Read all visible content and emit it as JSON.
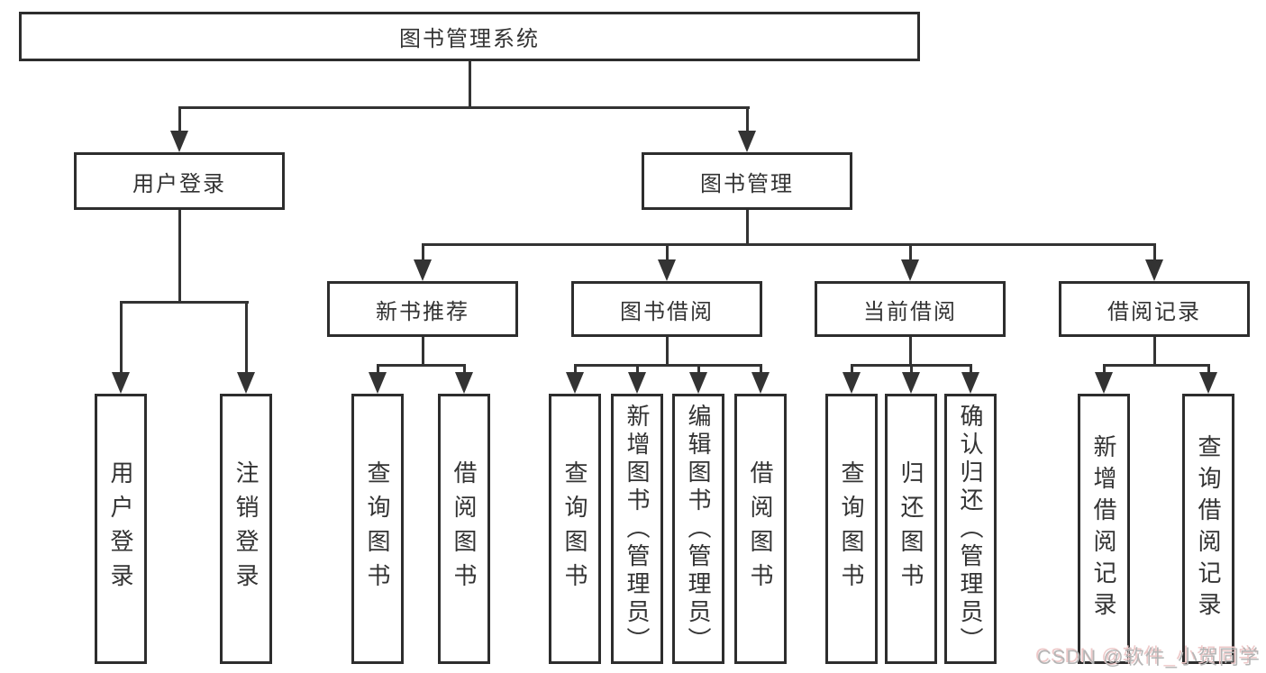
{
  "diagram": {
    "root": "图书管理系统",
    "branches": {
      "user_login": "用户登录",
      "book_management": "图书管理"
    },
    "modules": {
      "new_book_recommend": "新书推荐",
      "book_borrowing": "图书借阅",
      "current_borrowing": "当前借阅",
      "borrow_records": "借阅记录"
    },
    "functions": {
      "user_login": "用户登录",
      "logout": "注销登录",
      "recommend_query_books": "查询图书",
      "recommend_borrow_books": "借阅图书",
      "borrowing_query_books": "查询图书",
      "borrowing_add_books": "新增图书（管理员）",
      "borrowing_edit_books": "编辑图书（管理员）",
      "borrowing_borrow_books": "借阅图书",
      "current_query_books": "查询图书",
      "current_return_books": "归还图书",
      "current_confirm_return": "确认归还（管理员）",
      "records_add_record": "新增借阅记录",
      "records_query_record": "查询借阅记录"
    }
  },
  "watermark": {
    "text": "CSDN @软件_小贺同学"
  },
  "colors": {
    "line": "#333333",
    "box_border": "#2d2d2d",
    "text": "#333333",
    "watermark_text": "#b5b5b5",
    "background": "#ffffff"
  }
}
